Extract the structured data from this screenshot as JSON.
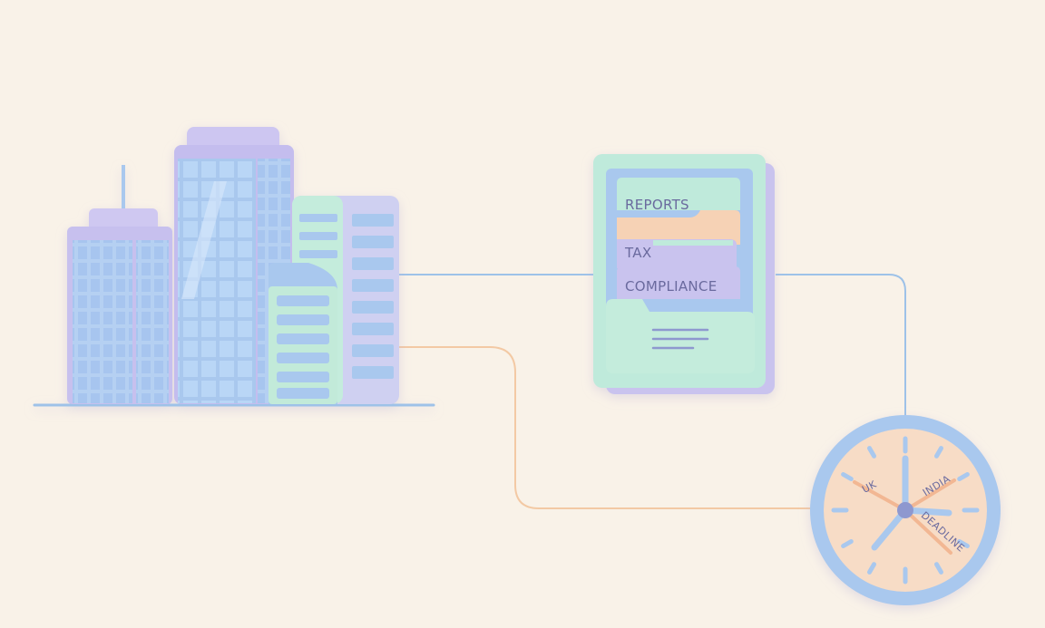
{
  "folders": {
    "reports_label": "REPORTS",
    "tax_label": "TAX",
    "compliance_label": "COMPLIANCE"
  },
  "clock": {
    "uk_label": "UK",
    "india_label": "INDIA",
    "deadline_label": "DEADLINE"
  },
  "palette": {
    "background": "#f9f2e8",
    "lavender": "#c9c3ee",
    "sky": "#a9c8ee",
    "mint": "#bfeadb",
    "peach": "#f6d2b5",
    "connector_blue": "#9ec2e8",
    "connector_peach": "#f3c9a4"
  },
  "icons": [
    "office-buildings-icon",
    "file-cabinet-icon",
    "world-clock-icon"
  ]
}
